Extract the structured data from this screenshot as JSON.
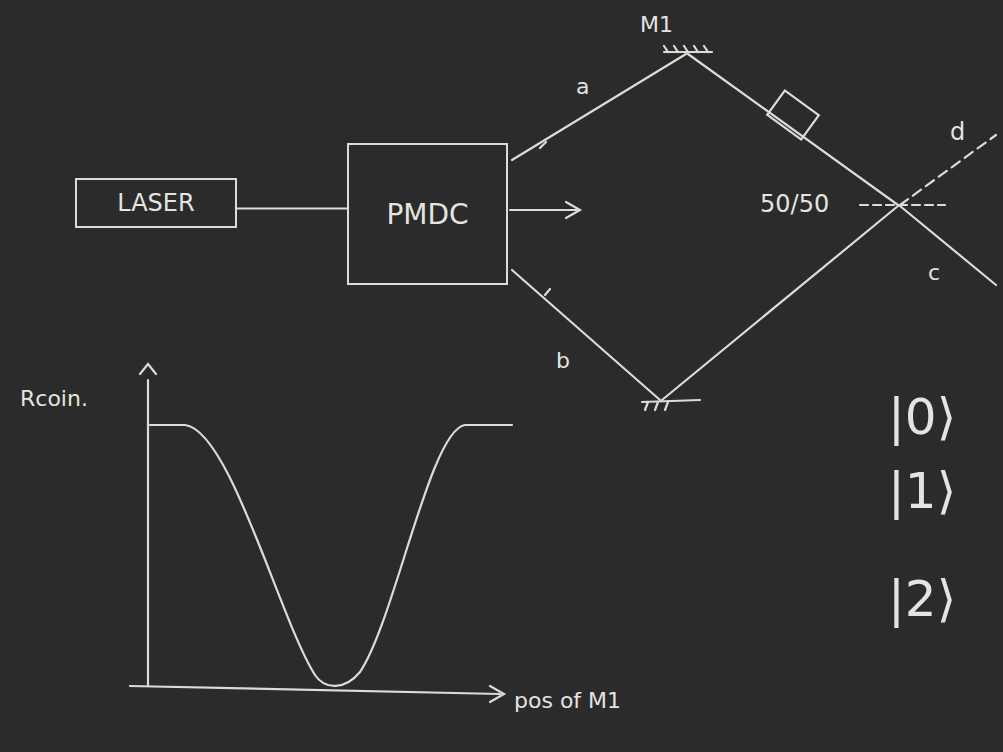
{
  "diagram": {
    "nodes": [
      {
        "text": [
          "LASER"
        ]
      },
      {
        "text": [
          "PMDC"
        ]
      }
    ],
    "edges": [
      {
        "from": 0,
        "to": 1,
        "arrow": "none"
      }
    ],
    "labels": [
      "M1",
      "a",
      "b",
      "50/50",
      "d",
      "c",
      "|0⟩",
      "|1⟩",
      "|2⟩",
      "Rcoin.",
      "pos of M1"
    ]
  }
}
